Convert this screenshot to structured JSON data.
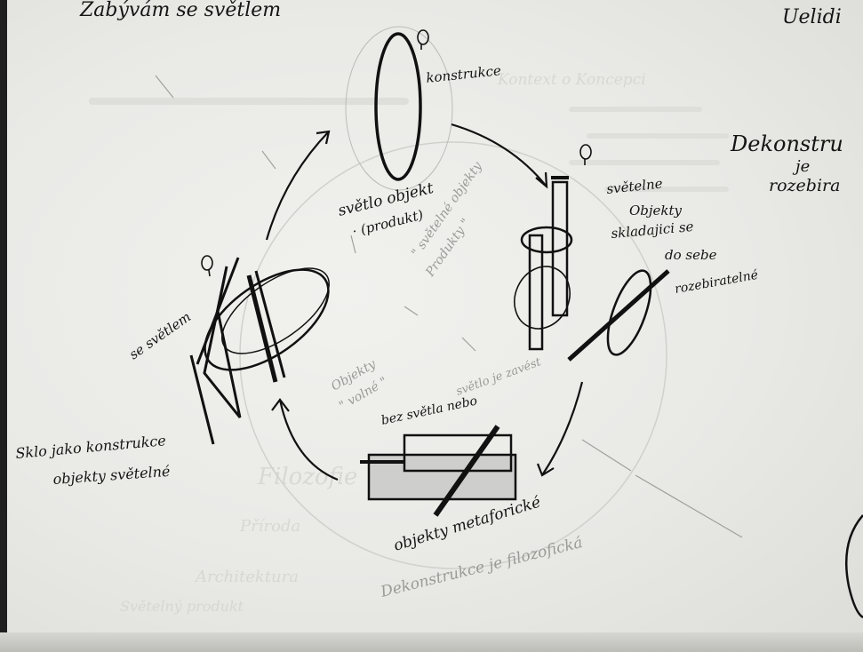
{
  "labels": {
    "top_cut": "Zabývám se světlem",
    "top_right_cut": "Uelidi",
    "konstrukce": "konstrukce",
    "svetlo_objekt": "světlo objekt",
    "produkt": "· (produkt)",
    "svetelne": "světelne",
    "objekty": "Objekty",
    "skladajici": "skladajici se",
    "do_sebe": "do sebe",
    "rozebiratelne": "rozebiratelné",
    "se_svetlem": "se světlem",
    "sklo_jako": "Sklo jako konstrukce",
    "objekty_svetelne": "objekty světelné",
    "bez_svetla": "bez světla nebo",
    "svetlo_je_zavest": "světlo je zavést",
    "objekty_metaforicke": "objekty metaforické",
    "dekonstrukce_filozoficka": "Dekonstrukce je filozofická",
    "svetelne_objekty_produkty": "\" světelné objekty",
    "produkty": "Produkty \"",
    "objekty_volne": "Objekty",
    "volne": "\" volné \"",
    "dekonstr_right": "Dekonstru",
    "je_right": "je",
    "rozebira_right": "rozebira"
  },
  "bleed_through": [
    "Kontext o Koncepci",
    "Filozofie",
    "Příroda",
    "Architektura",
    "Světelný produkt"
  ]
}
